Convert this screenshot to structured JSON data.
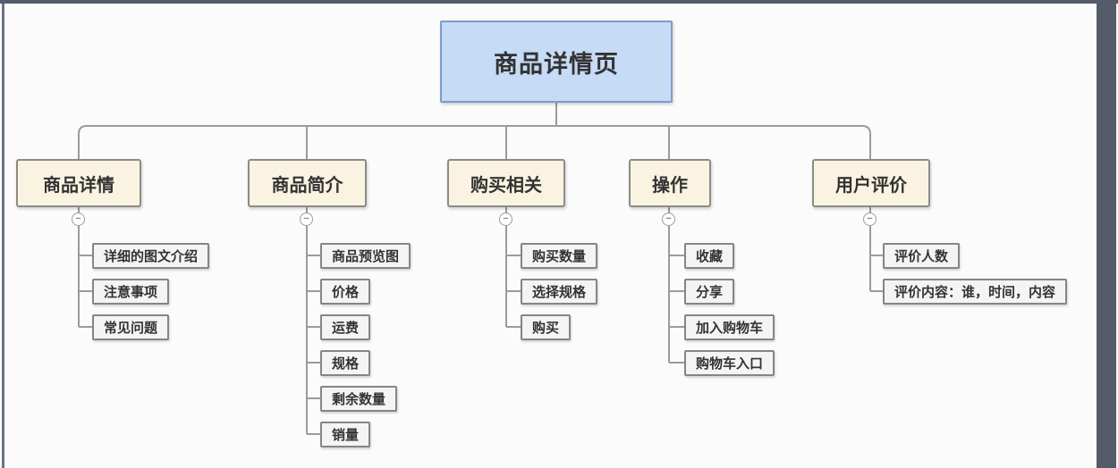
{
  "diagram": {
    "root": {
      "label": "商品详情页"
    },
    "branches": [
      {
        "label": "商品详情",
        "children": [
          "详细的图文介绍",
          "注意事项",
          "常见问题"
        ]
      },
      {
        "label": "商品简介",
        "children": [
          "商品预览图",
          "价格",
          "运费",
          "规格",
          "剩余数量",
          "销量"
        ]
      },
      {
        "label": "购买相关",
        "children": [
          "购买数量",
          "选择规格",
          "购买"
        ]
      },
      {
        "label": "操作",
        "children": [
          "收藏",
          "分享",
          "加入购物车",
          "购物车入口"
        ]
      },
      {
        "label": "用户评价",
        "children": [
          "评价人数",
          "评价内容：谁，时间，内容"
        ]
      }
    ],
    "collapse_icon": "−",
    "colors": {
      "root_fill": "#c6dbf5",
      "root_border": "#7e9cc8",
      "branch_fill": "#faf3e2",
      "branch_border": "#8c8c86",
      "child_fill": "#f4f4f4",
      "child_border": "#858585",
      "line": "#9b9b9b",
      "text": "#333333",
      "canvas": "#fbfbfb",
      "frame": "#545c6a"
    }
  }
}
